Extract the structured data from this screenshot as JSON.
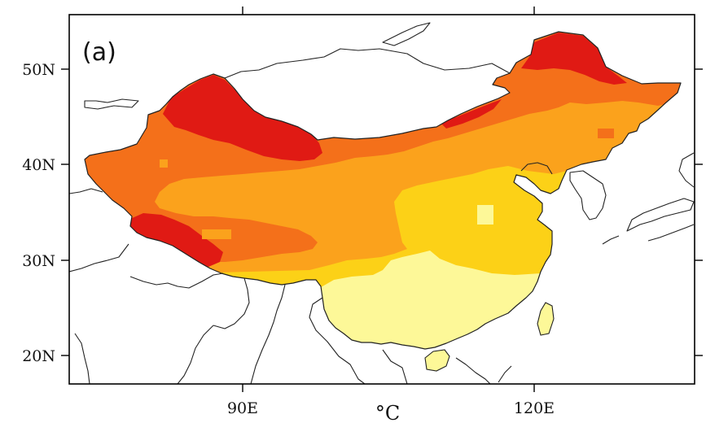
{
  "panel_label": "(a)",
  "unit_label": "°C",
  "colors": {
    "level1": "#e01a14",
    "level2": "#f4701a",
    "level3": "#fba21c",
    "level4": "#fcd117",
    "level5": "#fdf898",
    "edge_glow": "#fff6b0",
    "lines": "#222222",
    "frame": "#000000"
  },
  "axes": {
    "lat_ticks": [
      "50N",
      "40N",
      "30N",
      "20N"
    ],
    "lon_ticks": [
      "90E",
      "120E"
    ]
  }
}
